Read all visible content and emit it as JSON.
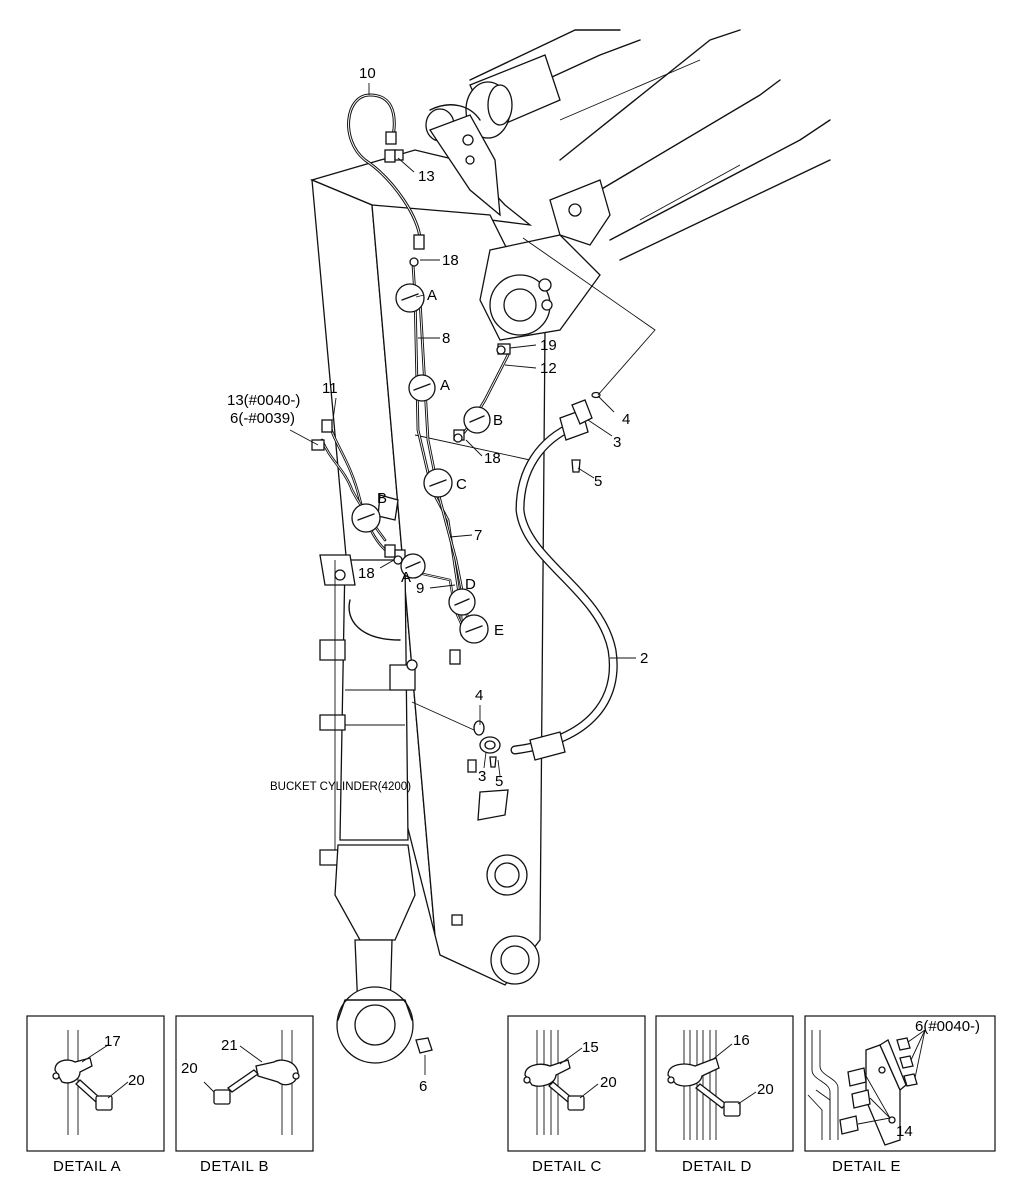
{
  "callouts": {
    "c10": "10",
    "c13_top": "13",
    "c18_top": "18",
    "cA1": "A",
    "c8": "8",
    "c19": "19",
    "c12": "12",
    "cA2": "A",
    "c4_top": "4",
    "c3_top": "3",
    "cB1": "B",
    "c18_mid": "18",
    "c5_top": "5",
    "cC": "C",
    "c13_note": "13(#0040-)",
    "c11": "11",
    "c6_note": "6(-#0039)",
    "cB2": "B",
    "c7": "7",
    "c18_left": "18",
    "cA3": "A",
    "c9": "9",
    "cD": "D",
    "cE": "E",
    "c2": "2",
    "c4_low": "4",
    "c3_low": "3",
    "c5_low": "5",
    "c6_low": "6"
  },
  "bucket_cylinder_label": "BUCKET CYLINDER(4200)",
  "details": {
    "a": {
      "caption": "DETAIL  A",
      "part_clamp": "17",
      "part_bolt": "20"
    },
    "b": {
      "caption": "DETAIL  B",
      "part_clamp": "21",
      "part_bolt": "20"
    },
    "c": {
      "caption": "DETAIL  C",
      "part_clamp": "15",
      "part_bolt": "20"
    },
    "d": {
      "caption": "DETAIL  D",
      "part_clamp": "16",
      "part_bolt": "20"
    },
    "e": {
      "caption": "DETAIL  E",
      "part_top": "6(#0040-)",
      "part_fittings": "14"
    }
  }
}
